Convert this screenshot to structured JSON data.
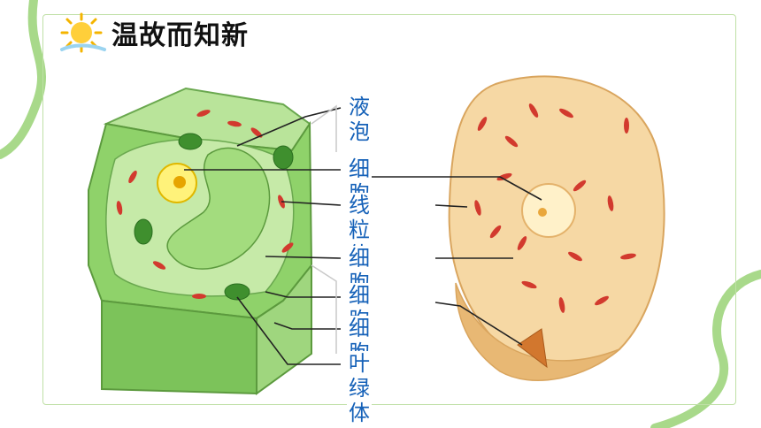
{
  "title": "温故而知新",
  "labels": {
    "vacuole": "液泡",
    "nucleus": "细胞核",
    "mitochondria": "线粒体",
    "cytoplasm": "细胞质",
    "cell_membrane": "细胞膜",
    "cell_wall": "细胞壁",
    "chloroplast": "叶绿体"
  },
  "colors": {
    "frame": "#bfe0a6",
    "label_text": "#1561b8",
    "plant_cell": "#8fd26a",
    "animal_cell": "#f6d8a4",
    "decor_curve": "#a8d98a"
  },
  "icons": [
    "sun-icon"
  ]
}
